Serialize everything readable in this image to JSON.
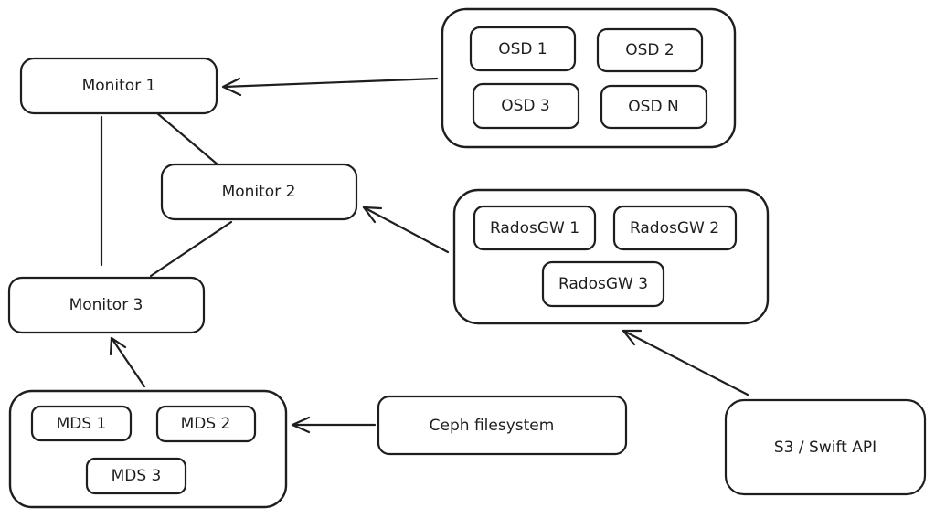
{
  "colors": {
    "stroke": "#1e1e1e",
    "background": "#ffffff"
  },
  "monitors": {
    "monitor_1": "Monitor 1",
    "monitor_2": "Monitor 2",
    "monitor_3": "Monitor 3"
  },
  "osd_cluster": {
    "osd_1": "OSD 1",
    "osd_2": "OSD 2",
    "osd_3": "OSD 3",
    "osd_n": "OSD N"
  },
  "radosgw_cluster": {
    "radosgw_1": "RadosGW 1",
    "radosgw_2": "RadosGW 2",
    "radosgw_3": "RadosGW 3"
  },
  "mds_cluster": {
    "mds_1": "MDS 1",
    "mds_2": "MDS 2",
    "mds_3": "MDS 3"
  },
  "clients": {
    "ceph_filesystem": "Ceph filesystem",
    "s3_swift_api": "S3 / Swift API"
  }
}
